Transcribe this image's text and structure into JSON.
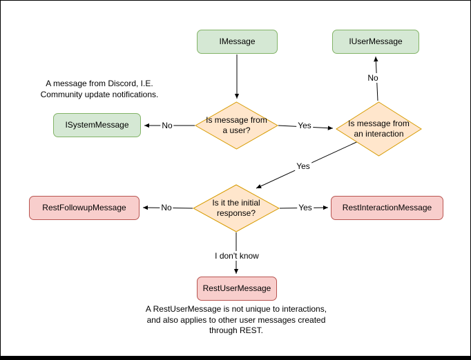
{
  "colors": {
    "green_fill": "#d5e8d4",
    "green_stroke": "#82b366",
    "orange_fill": "#ffe6cc",
    "orange_stroke": "#d79b00",
    "red_fill": "#f8cecc",
    "red_stroke": "#b85450",
    "edge_color": "#000000"
  },
  "nodes": {
    "imessage": {
      "label": "IMessage"
    },
    "iusermessage": {
      "label": "IUserMessage"
    },
    "isystemmessage": {
      "label": "ISystemMessage"
    },
    "q_user": {
      "label": "Is message from\na user?"
    },
    "q_interaction": {
      "label": "Is message from\nan interaction"
    },
    "q_initial": {
      "label": "Is it the initial\nresponse?"
    },
    "restfollowupmessage": {
      "label": "RestFollowupMessage"
    },
    "restinteractionmessage": {
      "label": "RestInteractionMessage"
    },
    "restusermessage": {
      "label": "RestUserMessage"
    }
  },
  "edges": {
    "user_no": {
      "label": "No"
    },
    "user_yes": {
      "label": "Yes"
    },
    "interaction_no": {
      "label": "No"
    },
    "interaction_yes": {
      "label": "Yes"
    },
    "initial_no": {
      "label": "No"
    },
    "initial_yes": {
      "label": "Yes"
    },
    "initial_unknown": {
      "label": "I don't know"
    }
  },
  "annotations": {
    "system_note": "A message from Discord, I.E.\nCommunity update notifications.",
    "restuser_note": "A RestUserMessage is not unique to interactions,\nand also applies to other user messages created\nthrough REST."
  }
}
